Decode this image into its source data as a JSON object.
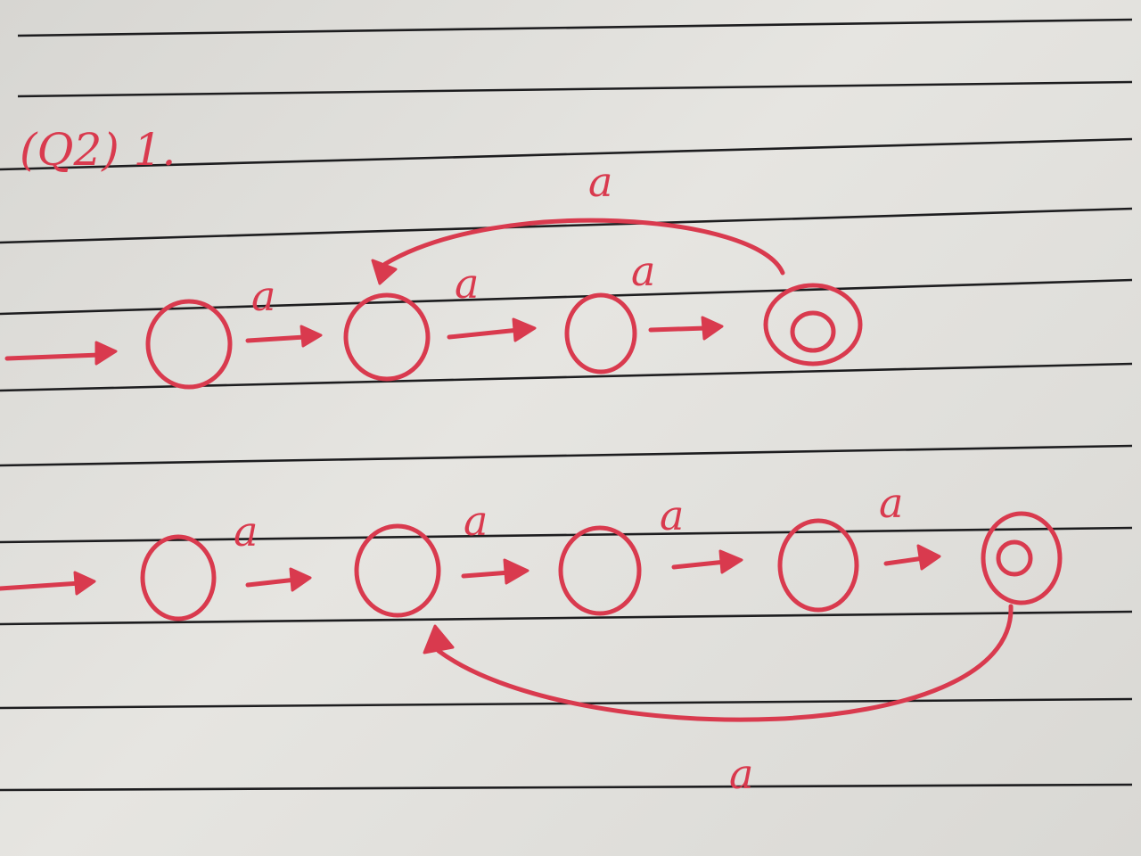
{
  "heading": "(Q2) 1.",
  "colors": {
    "ink": "#d93a4e",
    "ruled_line": "#1d1d1f",
    "paper": "#e2e1dd"
  },
  "automaton_1": {
    "states": [
      "s0",
      "s1",
      "s2",
      "s3"
    ],
    "start_state": "s0",
    "accepting_states": [
      "s3"
    ],
    "transitions": [
      {
        "from": "s0",
        "to": "s1",
        "label": "a"
      },
      {
        "from": "s1",
        "to": "s2",
        "label": "a"
      },
      {
        "from": "s2",
        "to": "s3",
        "label": "a"
      },
      {
        "from": "s3",
        "to": "s1",
        "label": "a"
      }
    ]
  },
  "automaton_2": {
    "states": [
      "s0",
      "s1",
      "s2",
      "s3",
      "s4"
    ],
    "start_state": "s0",
    "accepting_states": [
      "s4"
    ],
    "transitions": [
      {
        "from": "s0",
        "to": "s1",
        "label": "a"
      },
      {
        "from": "s1",
        "to": "s2",
        "label": "a"
      },
      {
        "from": "s2",
        "to": "s3",
        "label": "a"
      },
      {
        "from": "s3",
        "to": "s4",
        "label": "a"
      },
      {
        "from": "s4",
        "to": "s1",
        "label": "a"
      }
    ]
  }
}
